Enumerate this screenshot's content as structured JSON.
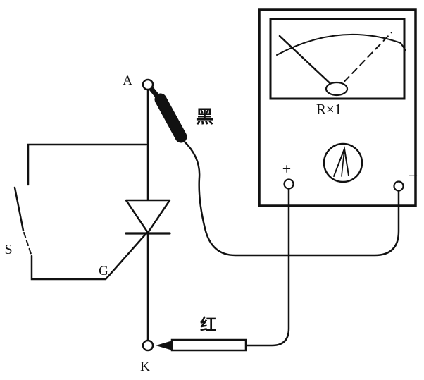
{
  "labels": {
    "anode": "A",
    "cathode": "K",
    "gate": "G",
    "switch": "S",
    "black_probe": "黑",
    "red_probe": "红"
  },
  "multimeter": {
    "range": "R×1",
    "plus_terminal": "+",
    "minus_terminal": "−"
  },
  "colors": {
    "ink": "#111111",
    "background": "#ffffff"
  }
}
